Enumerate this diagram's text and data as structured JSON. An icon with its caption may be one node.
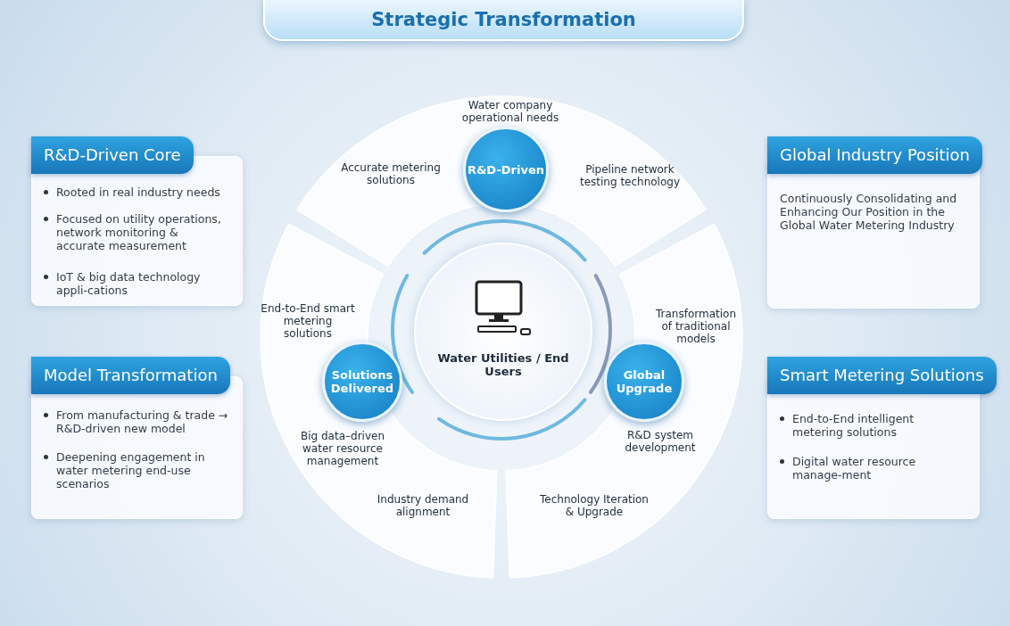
{
  "diagram": {
    "title": "Strategic Transformation",
    "nodes": [
      {
        "text": [
          "R&D-Driven Core",
          "Rooted in real industry needs",
          "Focused on utility operations, network monitoring & accurate measurement",
          "IoT & big data technology appli-cations"
        ]
      },
      {
        "text": [
          "Model Transformation",
          "From manufacturing & trade → R&D-driven new model",
          "Deepening engagement in water metering end-use scenarios"
        ]
      },
      {
        "text": [
          "Water company operational needs",
          "Accurate metering solutions",
          "Pipeline network testing technology"
        ]
      },
      {
        "text": [
          "R&D-Driven"
        ],
        "in": 2
      },
      {
        "text": [
          "End-to-End smart metering solutions",
          "Big data–driven water resource management",
          "Industry demand alignment"
        ]
      },
      {
        "text": [
          "Solutions Delivered"
        ],
        "in": 4
      },
      {
        "text": [
          "Water Utilities / End Users"
        ]
      },
      {
        "text": [
          "Transformation of traditional models",
          "R&D system development",
          "Technology Iteration & Upgrade"
        ]
      },
      {
        "text": [
          "Global Upgrade"
        ],
        "in": 7
      },
      {
        "text": [
          "Global Industry Position",
          "Continuously Consolidating and Enhancing Our Position in the Global Water Metering Industry"
        ]
      },
      {
        "text": [
          "Smart Metering Solutions",
          "End-to-End intelligent metering solutions",
          "Digital water resource manage-ment"
        ]
      }
    ],
    "edges": []
  }
}
